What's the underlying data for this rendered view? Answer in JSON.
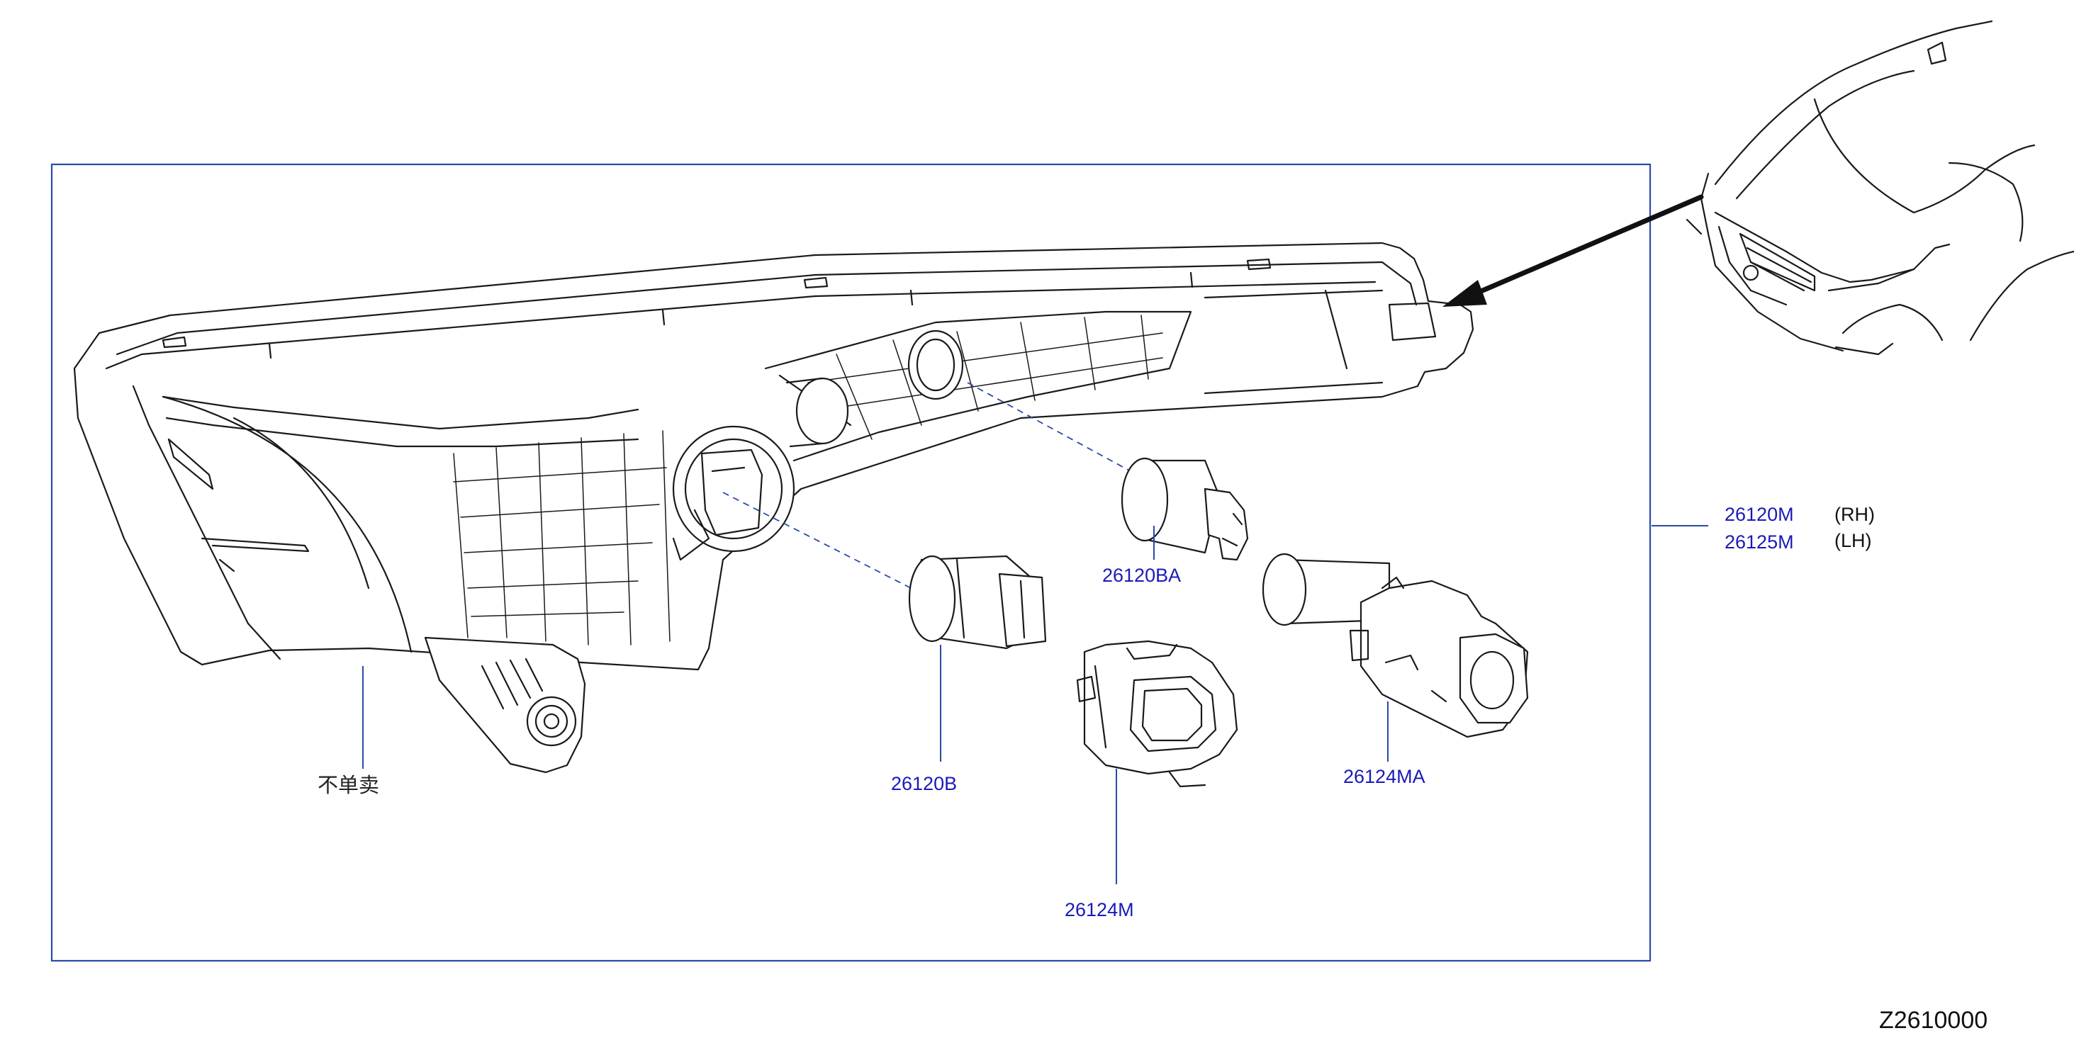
{
  "diagram": {
    "assembly": {
      "part_rh": "26120M",
      "side_rh": "(RH)",
      "part_lh": "26125M",
      "side_lh": "(LH)"
    },
    "parts": {
      "bulb_small": "26120BA",
      "bulb_main": "26120B",
      "socket_small": "26124MA",
      "socket_main": "26124M"
    },
    "note_not_sold_separately": "不单卖",
    "diagram_code": "Z2610000"
  }
}
